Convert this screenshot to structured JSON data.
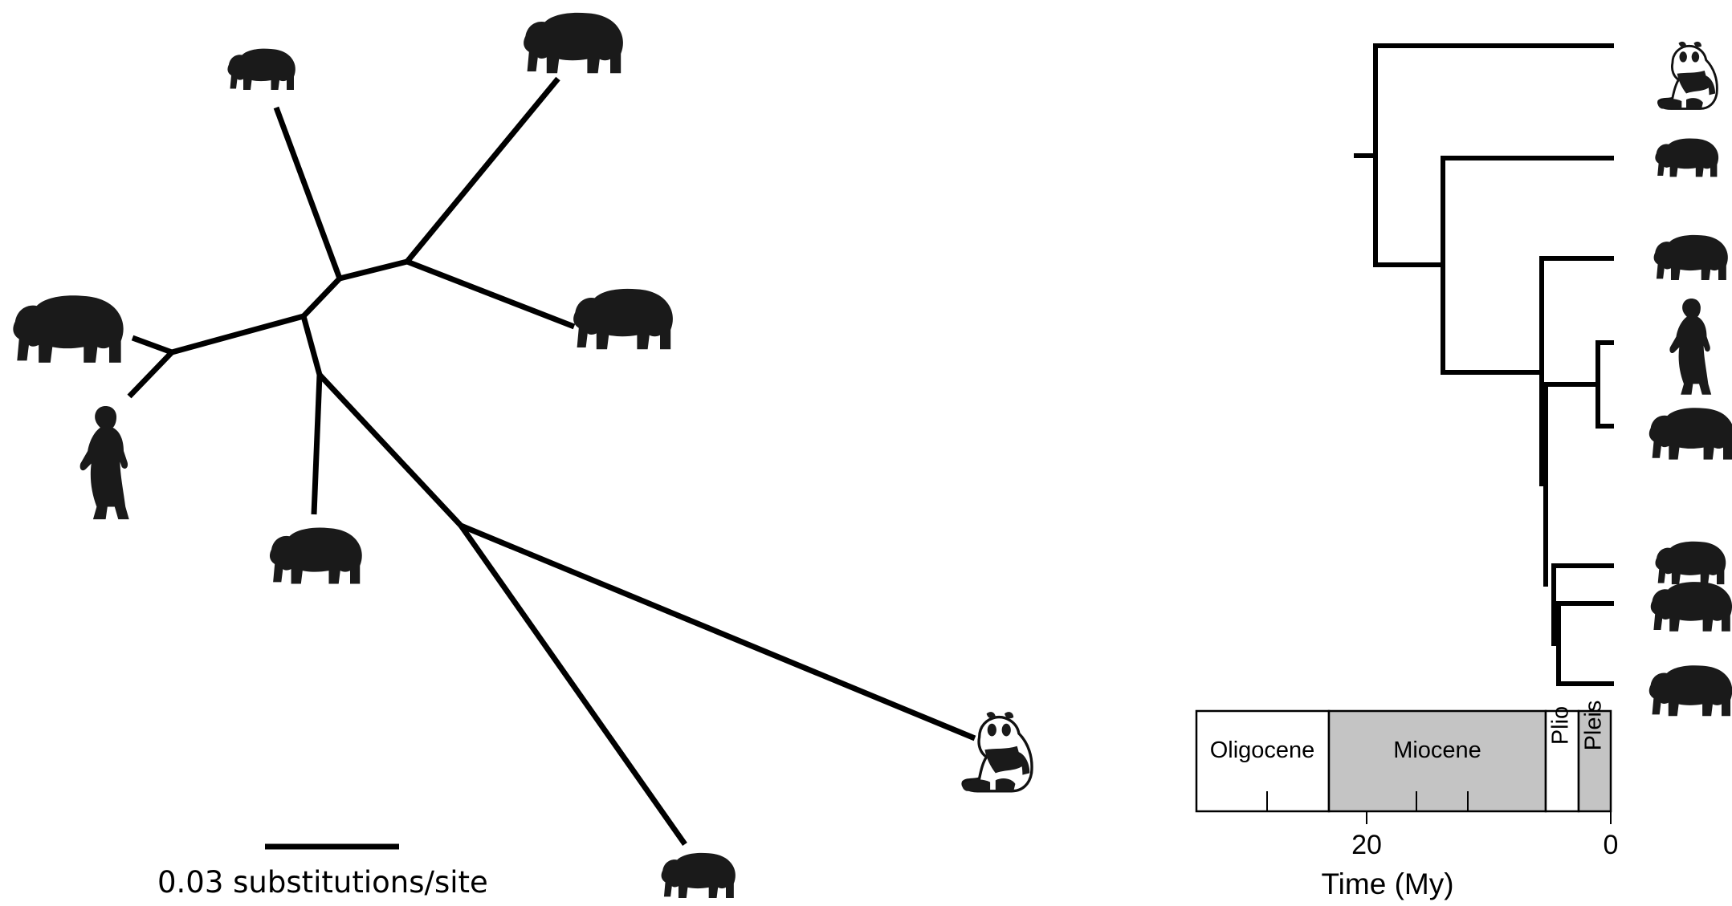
{
  "unrooted_tree": {
    "scale_bar_label": "0.03 substitutions/site"
  },
  "timescale": {
    "epochs": [
      "Oligocene",
      "Miocene",
      "Plio",
      "Pleis"
    ],
    "epoch_colors": {
      "Oligocene": "#ffffff",
      "Miocene": "#c4c4c4",
      "Plio": "#ffffff",
      "Pleis": "#c4c4c4"
    },
    "tick_labels": [
      "20",
      "0"
    ],
    "xlabel": "Time (My)"
  },
  "icons": {
    "silhouettes": [
      "giant-panda-icon",
      "spectacled-bear-icon",
      "sloth-bear-icon",
      "standing-brown-bear-icon",
      "polar-bear-icon",
      "sun-bear-icon",
      "american-black-bear-icon",
      "asiatic-black-bear-icon"
    ],
    "fill_color": "#1a1a1a"
  }
}
